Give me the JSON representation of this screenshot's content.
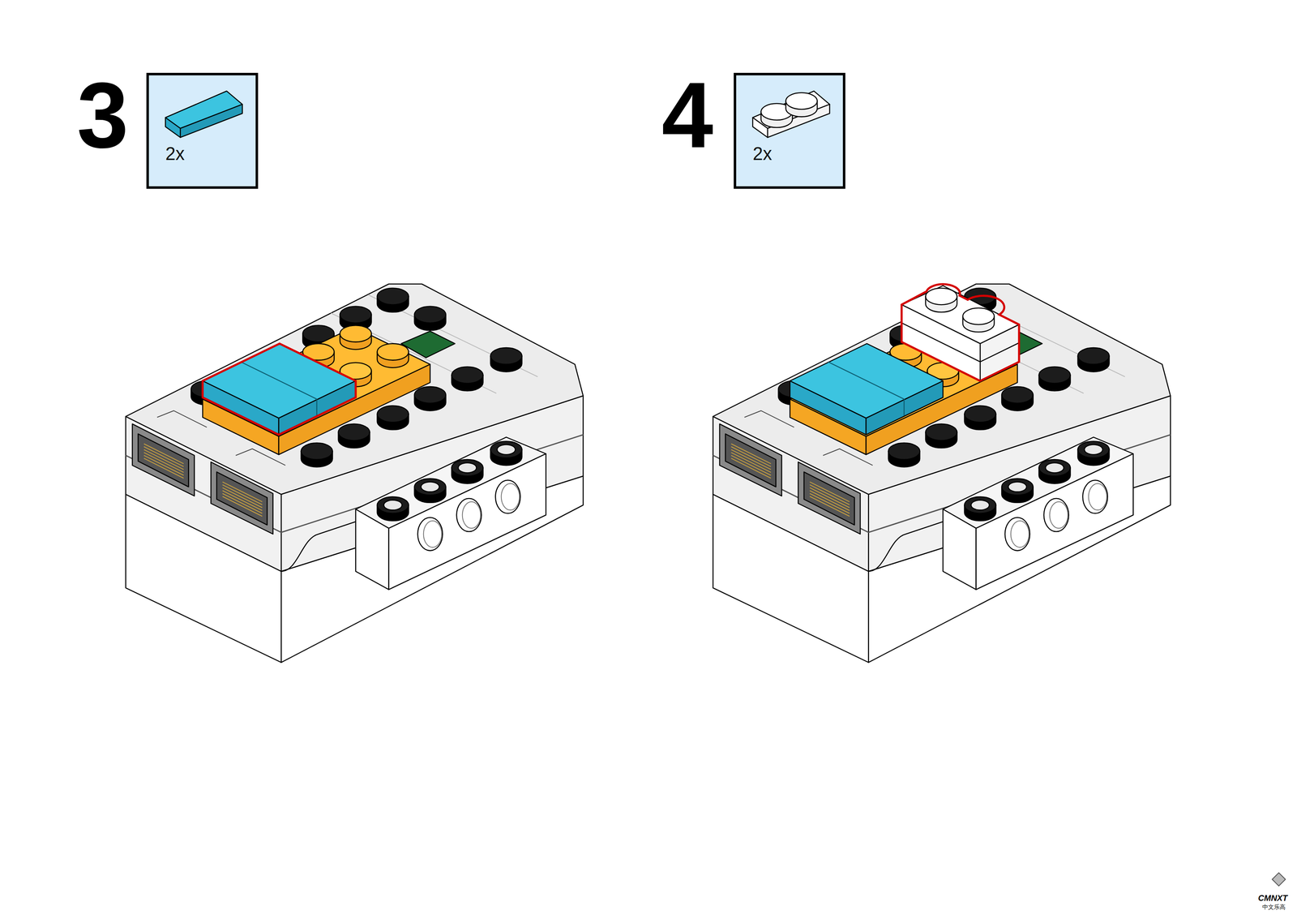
{
  "diagram": {
    "nodes": [
      {
        "text": [
          "2x"
        ]
      },
      {
        "text": [
          "2x"
        ]
      }
    ],
    "labels": [
      "3",
      "4",
      "CMNXT",
      "中文乐高"
    ]
  }
}
